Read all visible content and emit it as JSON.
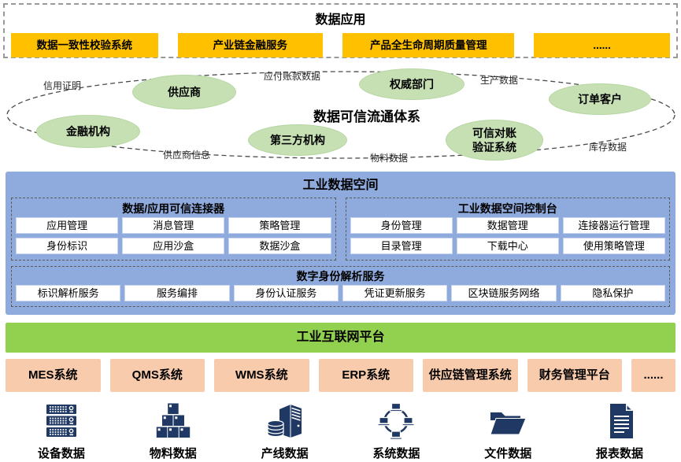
{
  "colors": {
    "amber": "#FFC000",
    "light_green": "#C6E0B4",
    "panel_blue": "#8FAADC",
    "bar_green": "#92D050",
    "peach": "#F8CBAD",
    "icon_navy": "#1F3864"
  },
  "data_application": {
    "title": "数据应用",
    "boxes": [
      "数据一致性校验系统",
      "产业链金融服务",
      "产品全生命周期质量管理",
      "......"
    ]
  },
  "circulation": {
    "title": "数据可信流通体系",
    "nodes": {
      "supplier": "供应商",
      "authority": "权威部门",
      "order_customer": "订单客户",
      "financial_institution": "金融机构",
      "third_party": "第三方机构",
      "reconciliation": [
        "可信对账",
        "验证系统"
      ]
    },
    "edge_labels": {
      "credit_proof": "信用证明",
      "payable_data": "应付账款数据",
      "production_data": "生产数据",
      "inventory_data": "库存数据",
      "material_data": "物料数据",
      "supplier_info": "供应商信息"
    }
  },
  "data_space": {
    "title": "工业数据空间",
    "connector": {
      "title": "数据/应用可信连接器",
      "cells": [
        "应用管理",
        "消息管理",
        "策略管理",
        "身份标识",
        "应用沙盒",
        "数据沙盒"
      ]
    },
    "console": {
      "title": "工业数据空间控制台",
      "cells": [
        "身份管理",
        "数据管理",
        "连接器运行管理",
        "目录管理",
        "下载中心",
        "使用策略管理"
      ]
    },
    "identity_resolution": {
      "title": "数字身份解析服务",
      "cells": [
        "标识解析服务",
        "服务编排",
        "身份认证服务",
        "凭证更新服务",
        "区块链服务网络",
        "隐私保护"
      ]
    }
  },
  "platform": {
    "title": "工业互联网平台"
  },
  "systems": [
    "MES系统",
    "QMS系统",
    "WMS系统",
    "ERP系统",
    "供应链管理系统",
    "财务管理平台",
    "......"
  ],
  "data_sources": [
    {
      "label": "设备数据",
      "icon": "server-rack-icon"
    },
    {
      "label": "物料数据",
      "icon": "boxes-icon"
    },
    {
      "label": "产线数据",
      "icon": "production-server-icon"
    },
    {
      "label": "系统数据",
      "icon": "network-icon"
    },
    {
      "label": "文件数据",
      "icon": "folder-icon"
    },
    {
      "label": "报表数据",
      "icon": "report-icon"
    }
  ]
}
